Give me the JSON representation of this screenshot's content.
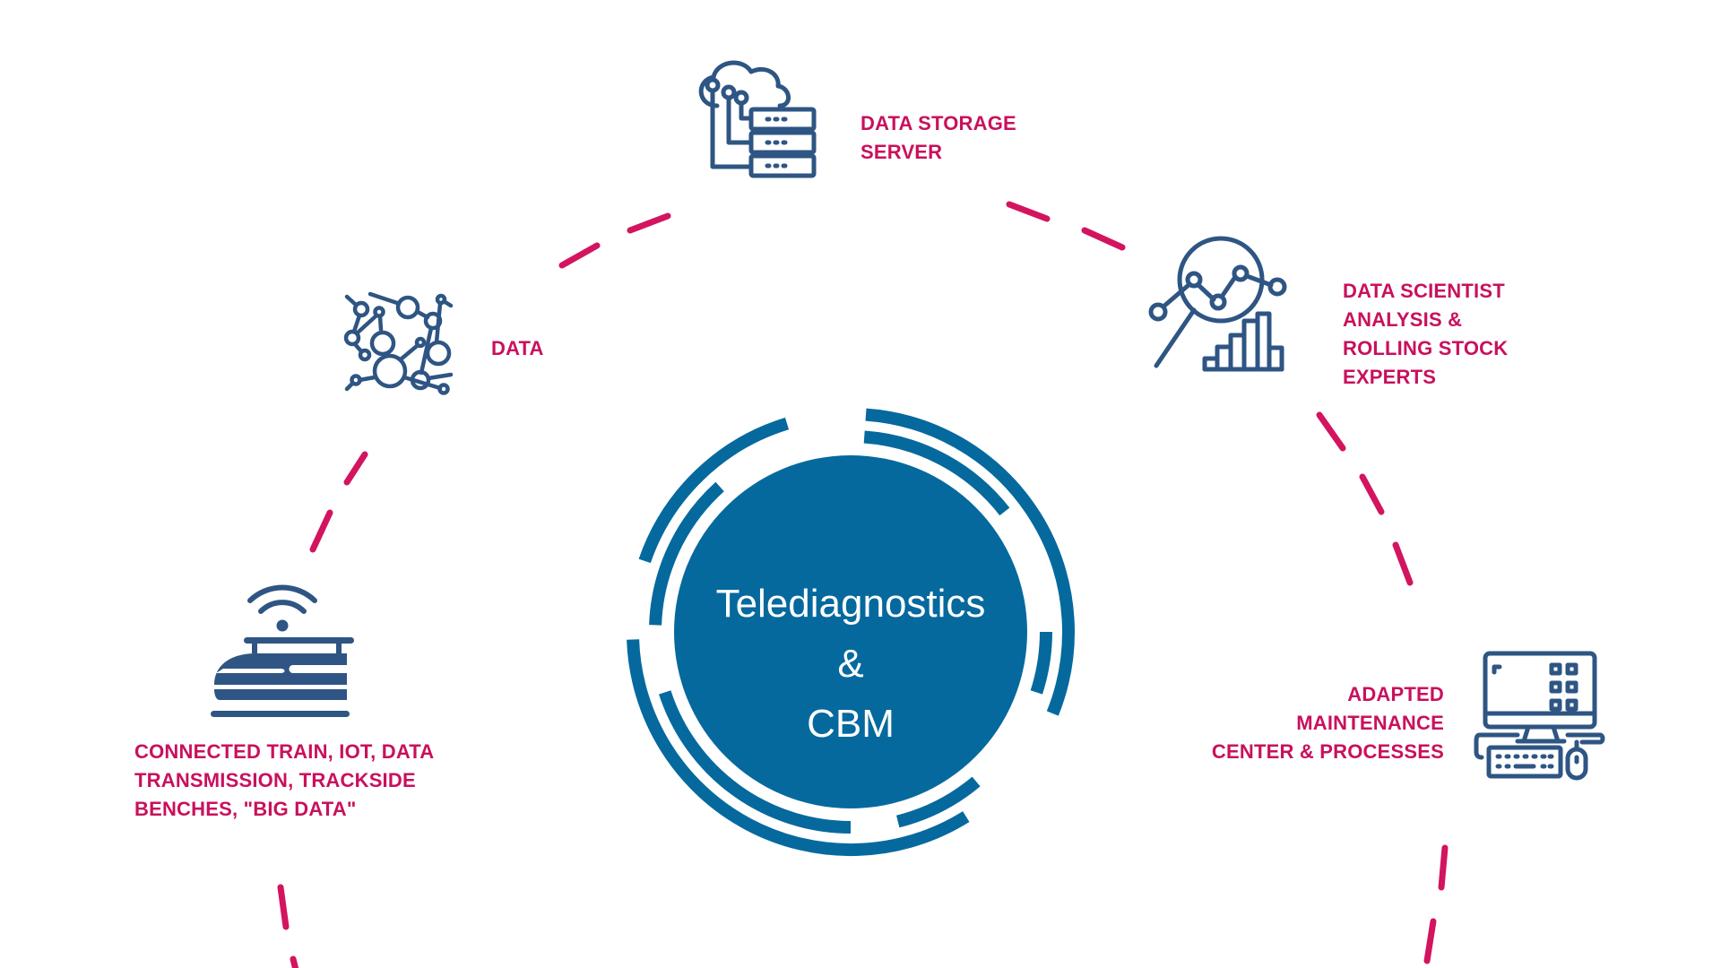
{
  "diagram": {
    "center": {
      "lines": [
        "Telediagnostics",
        "&",
        "CBM"
      ]
    },
    "nodes": [
      {
        "id": "data-storage-server",
        "icon": "cloud-server-icon",
        "label_lines": [
          "DATA STORAGE",
          "SERVER"
        ]
      },
      {
        "id": "data",
        "icon": "data-network-icon",
        "label_lines": [
          "DATA"
        ]
      },
      {
        "id": "data-scientist",
        "icon": "analytics-magnifier-icon",
        "label_lines": [
          "DATA SCIENTIST",
          "ANALYSIS &",
          "ROLLING STOCK",
          "EXPERTS"
        ]
      },
      {
        "id": "connected-train",
        "icon": "connected-train-icon",
        "label_lines": [
          "CONNECTED TRAIN, IOT, DATA",
          "TRANSMISSION, TRACKSIDE",
          "BENCHES, \"BIG DATA\""
        ]
      },
      {
        "id": "maintenance-center",
        "icon": "desktop-computer-icon",
        "label_lines": [
          "ADAPTED",
          "MAINTENANCE",
          "CENTER & PROCESSES"
        ]
      }
    ]
  },
  "colors": {
    "accent_pink": "#d3145f",
    "label_pink": "#c9105d",
    "core_blue": "#05699e",
    "icon_navy": "#2e5583",
    "background": "#ffffff"
  }
}
